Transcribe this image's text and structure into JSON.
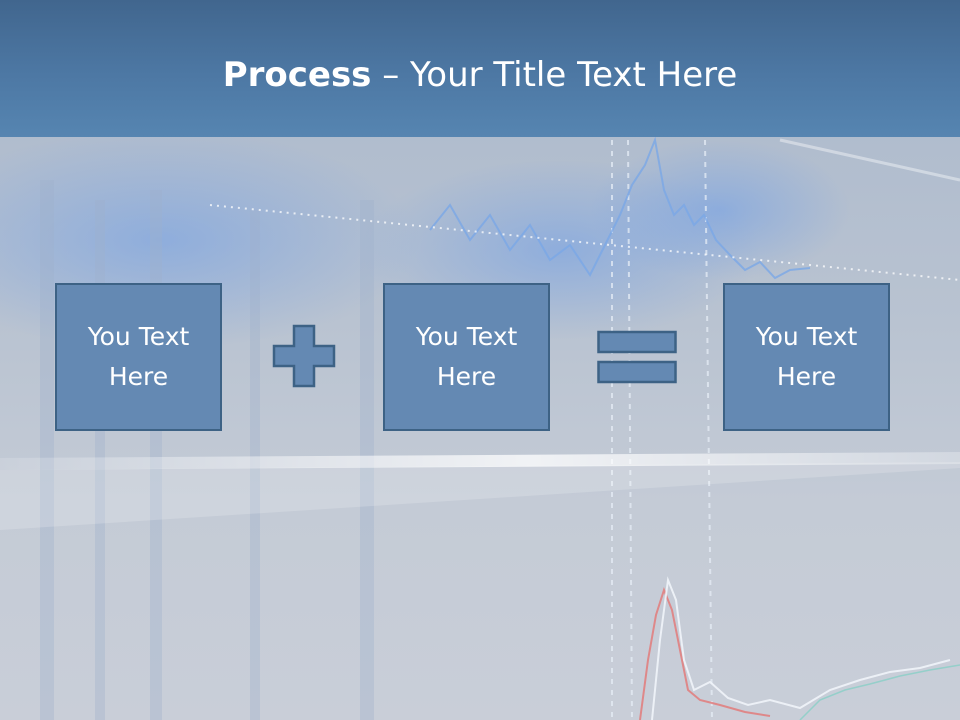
{
  "slide": {
    "title_bold": "Process",
    "title_rest": " – Your Title Text Here"
  },
  "process": {
    "box1": "You Text Here",
    "box2": "You Text Here",
    "box3": "You Text Here",
    "operator1": "plus-icon",
    "operator2": "equals-icon"
  },
  "colors": {
    "title_bar": "#4a76a2",
    "box_fill": "#6489b3",
    "box_border": "#3d6285",
    "text": "#ffffff"
  }
}
